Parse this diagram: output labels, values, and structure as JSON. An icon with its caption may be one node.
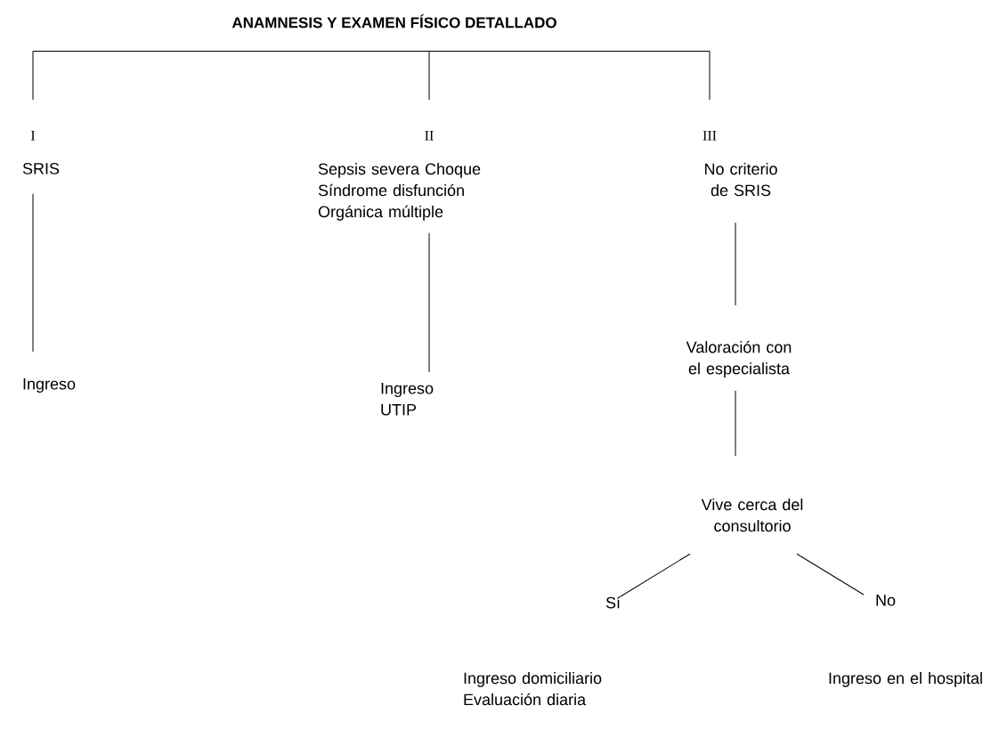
{
  "diagram": {
    "title": "ANAMNESIS Y EXAMEN FÍSICO DETALLADO",
    "nodes": [
      {
        "text": [],
        "shape": "bar"
      },
      {
        "text": [
          "I"
        ]
      },
      {
        "text": [
          "II"
        ]
      },
      {
        "text": [
          "III"
        ]
      },
      {
        "text": [
          "SRIS"
        ]
      },
      {
        "text": [
          "Sepsis severa Choque Síndrome disfunción Orgánica múltiple"
        ]
      },
      {
        "text": [
          "No criterio de SRIS"
        ]
      },
      {
        "text": [
          "Ingreso"
        ]
      },
      {
        "text": [
          "Ingreso UTIP"
        ]
      },
      {
        "text": [
          "Valoración con el especialista"
        ]
      },
      {
        "text": [
          "Vive cerca del consultorio"
        ]
      },
      {
        "text": [
          "Sí"
        ]
      },
      {
        "text": [
          "No"
        ]
      },
      {
        "text": [
          "Ingreso domiciliario Evaluación diaria"
        ]
      },
      {
        "text": [
          "Ingreso en el hospital"
        ]
      }
    ],
    "edges": [
      {
        "from": 0,
        "to": 1,
        "arrow": "none"
      },
      {
        "from": 0,
        "to": 2,
        "arrow": "none"
      },
      {
        "from": 0,
        "to": 3,
        "arrow": "none"
      },
      {
        "from": 4,
        "to": 7,
        "arrow": "none"
      },
      {
        "from": 5,
        "to": 8,
        "arrow": "none"
      },
      {
        "from": 6,
        "to": 9,
        "arrow": "none"
      },
      {
        "from": 9,
        "to": 10,
        "arrow": "none"
      },
      {
        "from": 10,
        "to": 11,
        "arrow": "none"
      },
      {
        "from": 10,
        "to": 12,
        "arrow": "none"
      }
    ]
  }
}
